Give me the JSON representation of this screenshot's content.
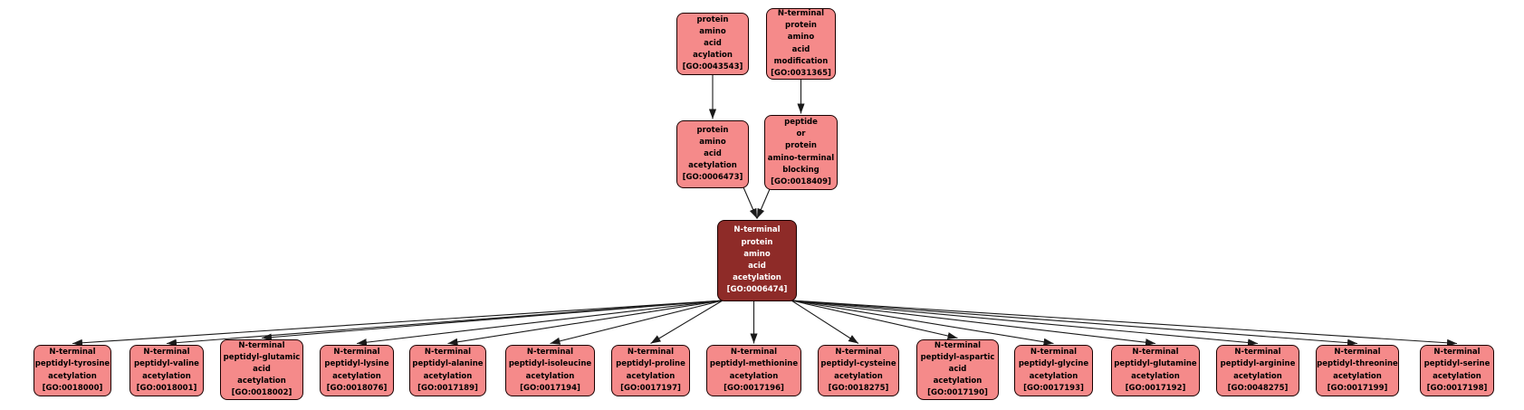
{
  "theme": {
    "page-bg": "#ffffff",
    "node-fill": "#f58a8a",
    "node-border": "#1a0000",
    "node-text": "#000000",
    "highlight-fill": "#8e2b28",
    "highlight-text": "#ffffff",
    "edge-color": "#1a1a1a"
  },
  "nodes": [
    {
      "id": "GO:0043543",
      "label": "protein\namino\nacid\nacylation",
      "go": "[GO:0043543]"
    },
    {
      "id": "GO:0031365",
      "label": "N-terminal\nprotein\namino\nacid\nmodification",
      "go": "[GO:0031365]"
    },
    {
      "id": "GO:0006473",
      "label": "protein\namino\nacid\nacetylation",
      "go": "[GO:0006473]"
    },
    {
      "id": "GO:0018409",
      "label": "peptide\nor\nprotein\namino-terminal\nblocking",
      "go": "[GO:0018409]"
    },
    {
      "id": "GO:0006474",
      "label": "N-terminal\nprotein\namino\nacid\nacetylation",
      "go": "[GO:0006474]"
    },
    {
      "id": "GO:0018000",
      "label": "N-terminal\npeptidyl-tyrosine\nacetylation",
      "go": "[GO:0018000]"
    },
    {
      "id": "GO:0018001",
      "label": "N-terminal\npeptidyl-valine\nacetylation",
      "go": "[GO:0018001]"
    },
    {
      "id": "GO:0018002",
      "label": "N-terminal\npeptidyl-glutamic\nacid\nacetylation",
      "go": "[GO:0018002]"
    },
    {
      "id": "GO:0018076",
      "label": "N-terminal\npeptidyl-lysine\nacetylation",
      "go": "[GO:0018076]"
    },
    {
      "id": "GO:0017189",
      "label": "N-terminal\npeptidyl-alanine\nacetylation",
      "go": "[GO:0017189]"
    },
    {
      "id": "GO:0017194",
      "label": "N-terminal\npeptidyl-isoleucine\nacetylation",
      "go": "[GO:0017194]"
    },
    {
      "id": "GO:0017197",
      "label": "N-terminal\npeptidyl-proline\nacetylation",
      "go": "[GO:0017197]"
    },
    {
      "id": "GO:0017196",
      "label": "N-terminal\npeptidyl-methionine\nacetylation",
      "go": "[GO:0017196]"
    },
    {
      "id": "GO:0018275",
      "label": "N-terminal\npeptidyl-cysteine\nacetylation",
      "go": "[GO:0018275]"
    },
    {
      "id": "GO:0017190",
      "label": "N-terminal\npeptidyl-aspartic\nacid\nacetylation",
      "go": "[GO:0017190]"
    },
    {
      "id": "GO:0017193",
      "label": "N-terminal\npeptidyl-glycine\nacetylation",
      "go": "[GO:0017193]"
    },
    {
      "id": "GO:0017192",
      "label": "N-terminal\npeptidyl-glutamine\nacetylation",
      "go": "[GO:0017192]"
    },
    {
      "id": "GO:0048275",
      "label": "N-terminal\npeptidyl-arginine\nacetylation",
      "go": "[GO:0048275]"
    },
    {
      "id": "GO:0017199",
      "label": "N-terminal\npeptidyl-threonine\nacetylation",
      "go": "[GO:0017199]"
    },
    {
      "id": "GO:0017198",
      "label": "N-terminal\npeptidyl-serine\nacetylation",
      "go": "[GO:0017198]"
    }
  ],
  "edges": [
    {
      "from": "GO:0043543",
      "to": "GO:0006473"
    },
    {
      "from": "GO:0031365",
      "to": "GO:0018409"
    },
    {
      "from": "GO:0006473",
      "to": "GO:0006474"
    },
    {
      "from": "GO:0018409",
      "to": "GO:0006474"
    },
    {
      "from": "GO:0006474",
      "to": "GO:0018000"
    },
    {
      "from": "GO:0006474",
      "to": "GO:0018001"
    },
    {
      "from": "GO:0006474",
      "to": "GO:0018002"
    },
    {
      "from": "GO:0006474",
      "to": "GO:0018076"
    },
    {
      "from": "GO:0006474",
      "to": "GO:0017189"
    },
    {
      "from": "GO:0006474",
      "to": "GO:0017194"
    },
    {
      "from": "GO:0006474",
      "to": "GO:0017197"
    },
    {
      "from": "GO:0006474",
      "to": "GO:0017196"
    },
    {
      "from": "GO:0006474",
      "to": "GO:0018275"
    },
    {
      "from": "GO:0006474",
      "to": "GO:0017190"
    },
    {
      "from": "GO:0006474",
      "to": "GO:0017193"
    },
    {
      "from": "GO:0006474",
      "to": "GO:0017192"
    },
    {
      "from": "GO:0006474",
      "to": "GO:0048275"
    },
    {
      "from": "GO:0006474",
      "to": "GO:0017199"
    },
    {
      "from": "GO:0006474",
      "to": "GO:0017198"
    }
  ]
}
